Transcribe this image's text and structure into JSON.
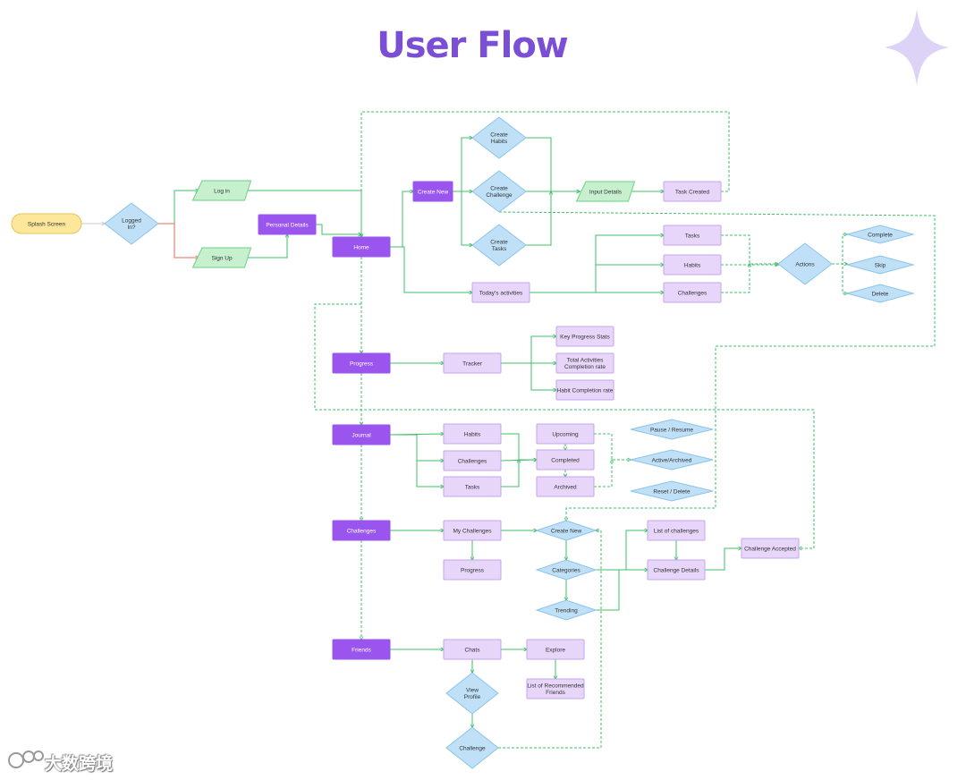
{
  "title": "User Flow",
  "watermark": "大数跨境",
  "colors": {
    "title": "#7a4fd6",
    "sparkle": "#ddd3f7",
    "dark_fill": "#9955ee",
    "light_fill": "#e8d6fa",
    "light_stroke": "#c5a6ee",
    "green_fill": "#c7f0cf",
    "green_stroke": "#6fcf86",
    "diamond_fill": "#bfe0f7",
    "diamond_stroke": "#8cc4ea",
    "terminal_fill": "#fde79b",
    "terminal_stroke": "#e8c45a",
    "edge": "#3fbf6a",
    "edge_dashed": "#3fbf6a",
    "edge_red": "#e46b57",
    "edge_gray": "#c9c9c9"
  },
  "nodes": {
    "splash": "Splash Screen",
    "logged_in": [
      "Logged",
      "In?"
    ],
    "log_in": "Log in",
    "sign_up": "Sign Up",
    "personal_details": "Personal Details",
    "home": "Home",
    "create_new": "Create New",
    "create_habits": [
      "Create",
      "Habits"
    ],
    "create_challenge": [
      "Create",
      "Challenge"
    ],
    "create_tasks": [
      "Create",
      "Tasks"
    ],
    "input_details": "Input Details",
    "task_created": "Task Created",
    "todays_activities": "Today's activities",
    "tasks": "Tasks",
    "habits": "Habits",
    "challenges": "Challenges",
    "actions": "Actions",
    "complete": "Complete",
    "skip": "Skip",
    "delete": "Delete",
    "progress": "Progress",
    "tracker": "Tracker",
    "key_stats": "Key Progress Stats",
    "total_activities": [
      "Total Activities",
      "Completion rate"
    ],
    "habit_completion": "Habit Completion rate",
    "journal": "Journal",
    "j_habits": "Habits",
    "j_challenges": "Challenges",
    "j_tasks": "Tasks",
    "upcoming": "Upcoming",
    "completed": "Completed",
    "archived": "Archived",
    "pause_resume": "Pause / Resume",
    "active_archived": "Active/Archived",
    "reset_delete": "Reset / Delete",
    "challenges_main": "Challenges",
    "my_challenges": "My Challenges",
    "c_progress": "Progress",
    "c_create_new": "Create New",
    "categories": "Categories",
    "trending": "Trending",
    "list_challenges": "List of challenges",
    "challenge_details": "Challenge Details",
    "challenge_accepted": "Challenge Accepted",
    "friends": "Friends",
    "chats": "Chats",
    "explore": "Explore",
    "list_recommended": [
      "List of Recommended",
      "Friends"
    ],
    "view_profile": [
      "View",
      "Profile"
    ],
    "f_challenge": "Challenge"
  }
}
